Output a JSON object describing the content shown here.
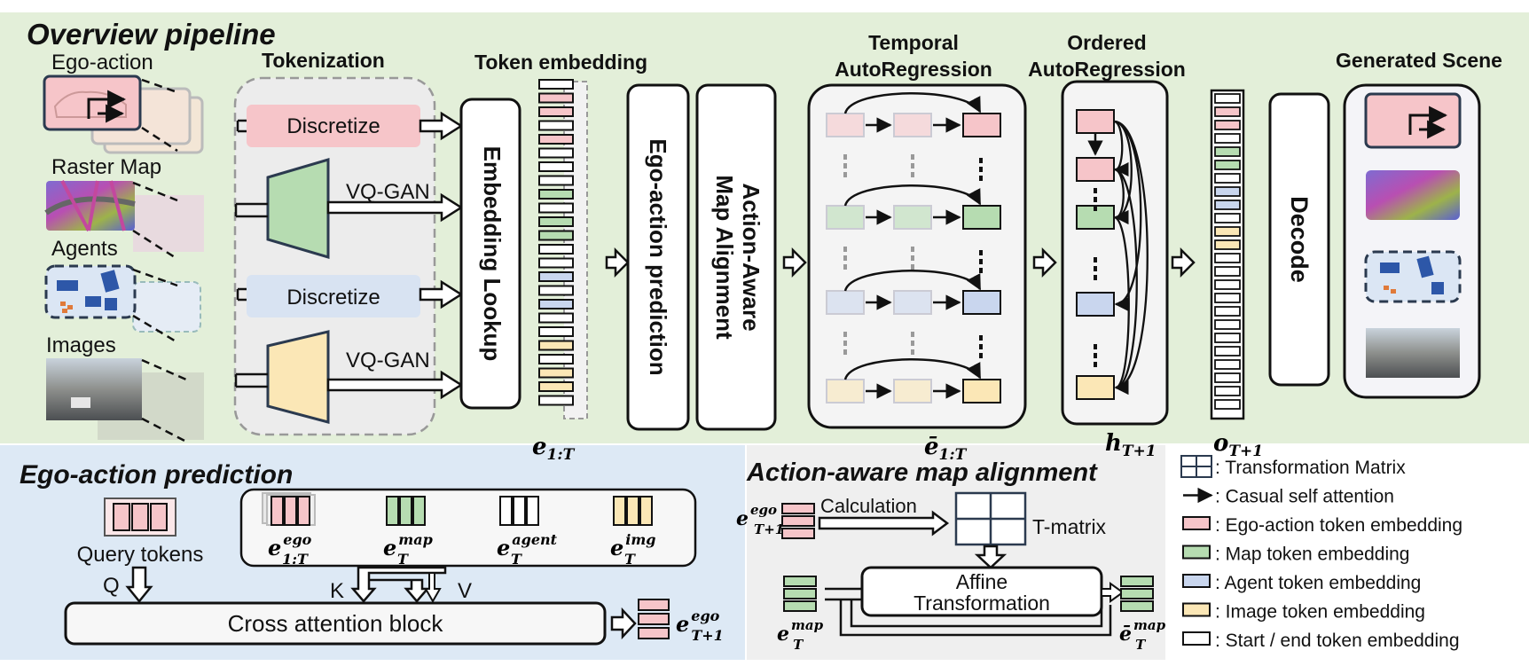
{
  "overview": {
    "title": "Overview pipeline",
    "inputs": [
      "Ego-action",
      "Raster Map",
      "Agents",
      "Images"
    ],
    "tokenization_label": "Tokenization",
    "discretize_label": "Discretize",
    "vqgan_label": "VQ-GAN",
    "embedding_lookup": "Embedding Lookup",
    "token_embedding": "Token embedding",
    "ego_action_prediction": "Ego-action prediction",
    "map_alignment_line1": "Action-Aware",
    "map_alignment_line2": "Map Alignment",
    "temporal_line1": "Temporal",
    "temporal_line2": "AutoRegression",
    "ordered_line1": "Ordered",
    "ordered_line2": "AutoRegression",
    "decode": "Decode",
    "generated_scene": "Generated Scene",
    "e_base": "e",
    "e_sub": "1:T",
    "ebar_base": "ē",
    "ebar_sub": "1:T",
    "h_base": "h",
    "h_sub": "T+1",
    "o_base": "o",
    "o_sub": "T+1"
  },
  "ego_panel": {
    "title": "Ego-action prediction",
    "query_tokens": "Query tokens",
    "q": "Q",
    "k": "K",
    "v": "V",
    "cross_attention": "Cross attention block",
    "tokens": [
      {
        "sub": "1:T",
        "sup": "ego"
      },
      {
        "sub": "T",
        "sup": "map"
      },
      {
        "sub": "T",
        "sup": "agent"
      },
      {
        "sub": "T",
        "sup": "img"
      }
    ],
    "out_sub": "T+1",
    "out_sup": "ego"
  },
  "map_panel": {
    "title": "Action-aware map alignment",
    "calculation": "Calculation",
    "tmatrix": "T-matrix",
    "affine_line1": "Affine",
    "affine_line2": "Transformation",
    "in_ego_sub": "T+1",
    "in_ego_sup": "ego",
    "in_map_sub": "T",
    "in_map_sup": "map",
    "out_map_sub": "T",
    "out_map_sup": "map"
  },
  "legend": [
    {
      "label": ": Transformation Matrix",
      "kind": "matrix"
    },
    {
      "label": ": Casual self attention",
      "kind": "arrow"
    },
    {
      "label": ": Ego-action token embedding",
      "kind": "swatch",
      "color": "#f6c5c9"
    },
    {
      "label": ": Map token embedding",
      "kind": "swatch",
      "color": "#b6dcb1"
    },
    {
      "label": ": Agent token embedding",
      "kind": "swatch",
      "color": "#c9d6ee"
    },
    {
      "label": ": Image token embedding",
      "kind": "swatch",
      "color": "#fbe7b6"
    },
    {
      "label": ": Start / end token embedding",
      "kind": "swatch",
      "color": "#ffffff"
    }
  ],
  "colors": {
    "top_bg": "#e3efd9",
    "ego_bg": "#dde9f5",
    "map_bg": "#efefef",
    "pink": "#f6c5c9",
    "green": "#b6dcb1",
    "blue": "#c9d6ee",
    "yellow": "#fbe7b6"
  }
}
